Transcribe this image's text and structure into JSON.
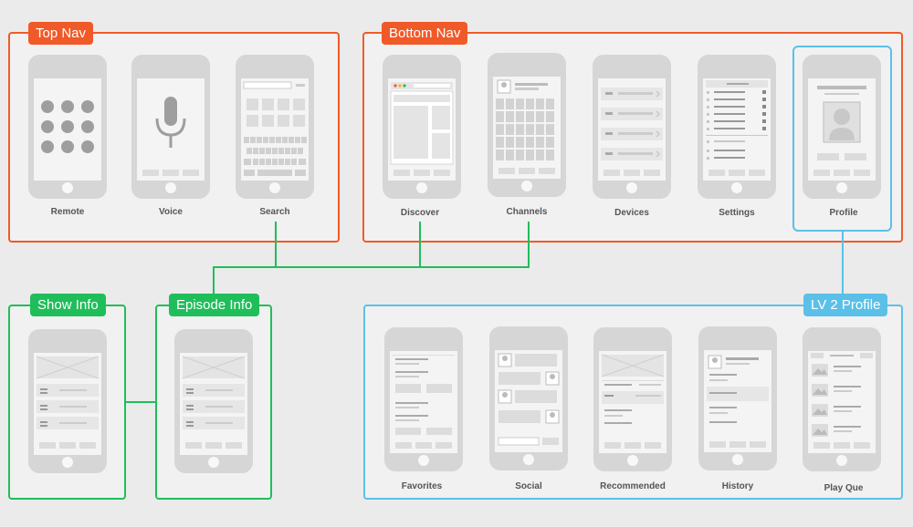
{
  "groups": {
    "top_nav": "Top Nav",
    "bottom_nav": "Bottom Nav",
    "show_info": "Show Info",
    "episode_info": "Episode Info",
    "lv2_profile": "LV 2 Profile"
  },
  "screens": {
    "remote": "Remote",
    "voice": "Voice",
    "search": "Search",
    "discover": "Discover",
    "channels": "Channels",
    "devices": "Devices",
    "settings": "Settings",
    "profile": "Profile",
    "favorites": "Favorites",
    "social": "Social",
    "recommended": "Recommended",
    "history": "History",
    "play_que": "Play Que"
  },
  "colors": {
    "top_nav": "#f05a28",
    "bottom_nav": "#f05a28",
    "show_info": "#1fbe5a",
    "episode_info": "#1fbe5a",
    "lv2_profile": "#5bc0e8"
  }
}
